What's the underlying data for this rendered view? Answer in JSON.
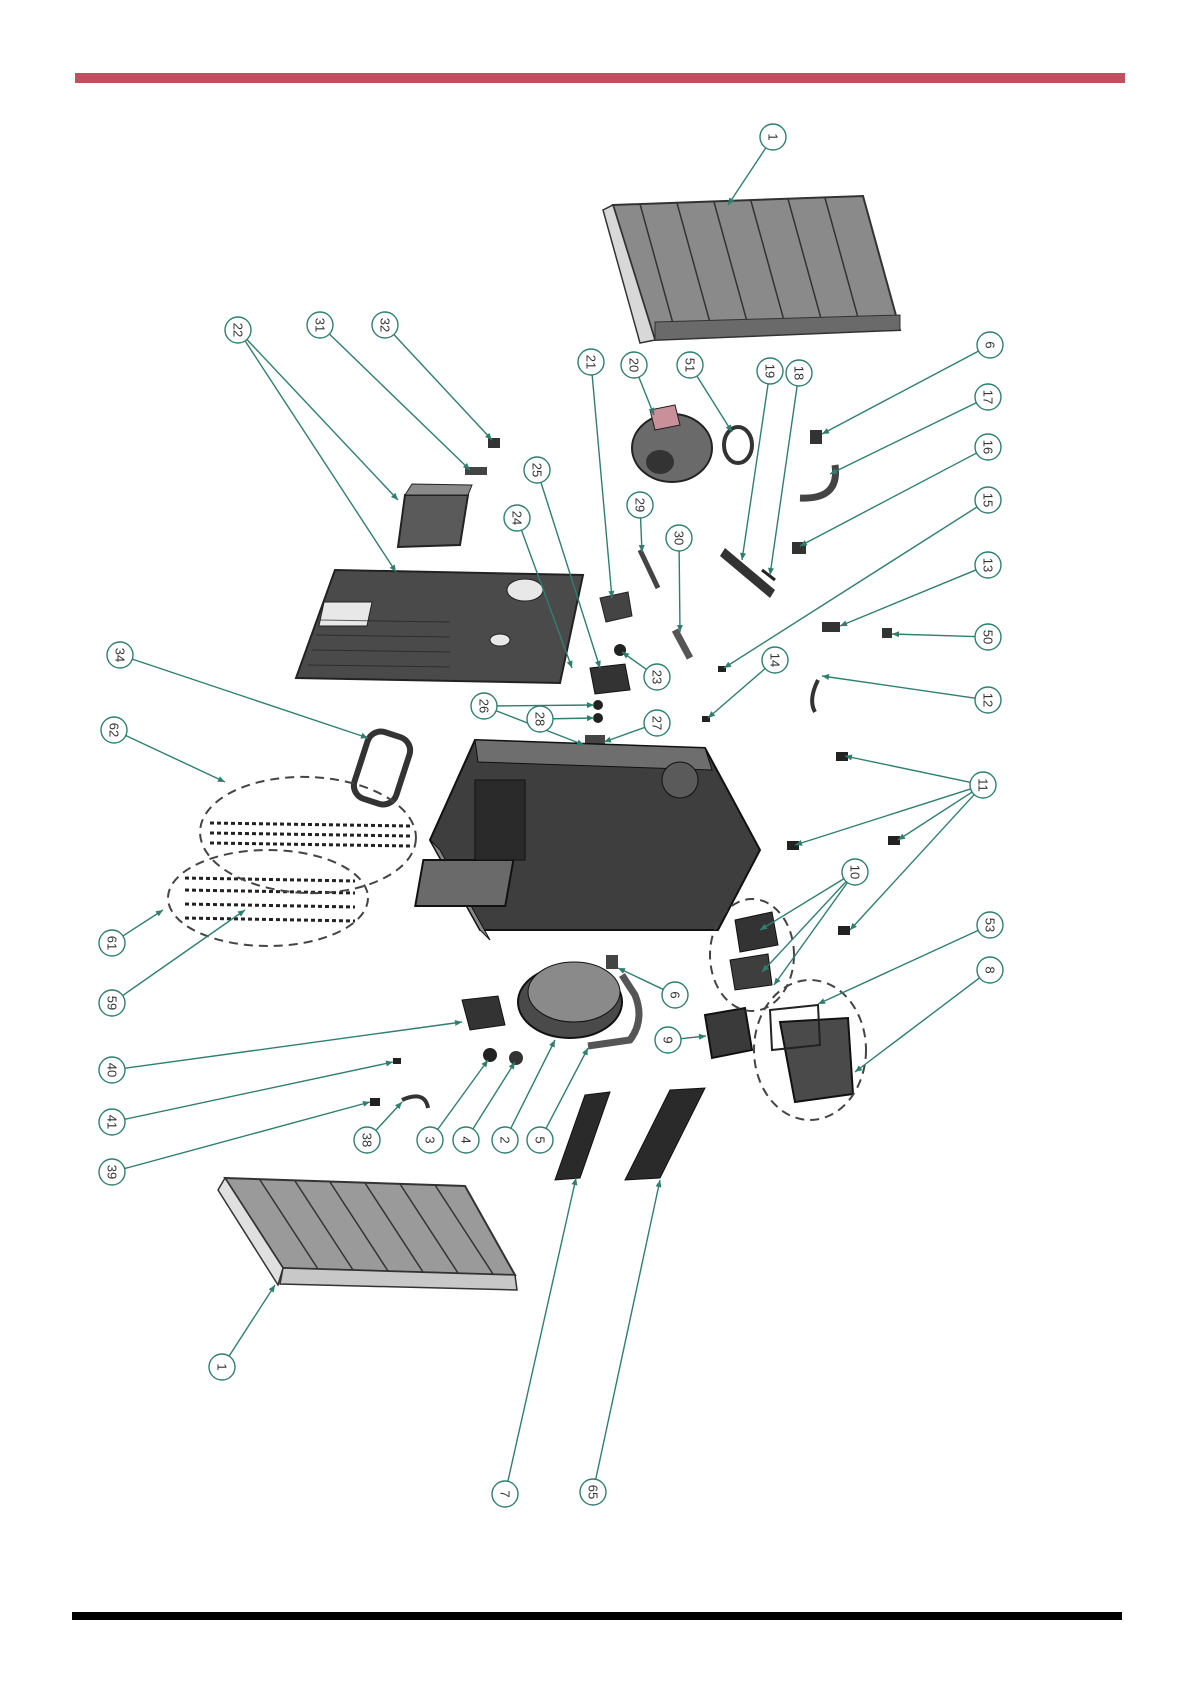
{
  "colors": {
    "top_rule": "#c0505f",
    "leader": "#2f7f6f",
    "part_fill": "#555555",
    "part_dark": "#2a2a2a",
    "part_light": "#9a9a9a"
  },
  "parts": [
    {
      "id": "p1a",
      "label": "1"
    },
    {
      "id": "p1b",
      "label": "1"
    },
    {
      "id": "p2",
      "label": "2"
    },
    {
      "id": "p3",
      "label": "3"
    },
    {
      "id": "p4",
      "label": "4"
    },
    {
      "id": "p5",
      "label": "5"
    },
    {
      "id": "p6a",
      "label": "6"
    },
    {
      "id": "p6b",
      "label": "6"
    },
    {
      "id": "p7",
      "label": "7"
    },
    {
      "id": "p8",
      "label": "8"
    },
    {
      "id": "p9",
      "label": "9"
    },
    {
      "id": "p10",
      "label": "10"
    },
    {
      "id": "p11",
      "label": "11"
    },
    {
      "id": "p12",
      "label": "12"
    },
    {
      "id": "p13",
      "label": "13"
    },
    {
      "id": "p14",
      "label": "14"
    },
    {
      "id": "p15",
      "label": "15"
    },
    {
      "id": "p16",
      "label": "16"
    },
    {
      "id": "p17",
      "label": "17"
    },
    {
      "id": "p18",
      "label": "18"
    },
    {
      "id": "p19",
      "label": "19"
    },
    {
      "id": "p20",
      "label": "20"
    },
    {
      "id": "p21",
      "label": "21"
    },
    {
      "id": "p22",
      "label": "22"
    },
    {
      "id": "p23",
      "label": "23"
    },
    {
      "id": "p24",
      "label": "24"
    },
    {
      "id": "p25",
      "label": "25"
    },
    {
      "id": "p26",
      "label": "26"
    },
    {
      "id": "p27",
      "label": "27"
    },
    {
      "id": "p28",
      "label": "28"
    },
    {
      "id": "p29",
      "label": "29"
    },
    {
      "id": "p30",
      "label": "30"
    },
    {
      "id": "p31",
      "label": "31"
    },
    {
      "id": "p32",
      "label": "32"
    },
    {
      "id": "p34",
      "label": "34"
    },
    {
      "id": "p38",
      "label": "38"
    },
    {
      "id": "p39",
      "label": "39"
    },
    {
      "id": "p40",
      "label": "40"
    },
    {
      "id": "p41",
      "label": "41"
    },
    {
      "id": "p50",
      "label": "50"
    },
    {
      "id": "p51",
      "label": "51"
    },
    {
      "id": "p53",
      "label": "53"
    },
    {
      "id": "p59",
      "label": "59"
    },
    {
      "id": "p61",
      "label": "61"
    },
    {
      "id": "p62",
      "label": "62"
    },
    {
      "id": "p65",
      "label": "65"
    }
  ]
}
